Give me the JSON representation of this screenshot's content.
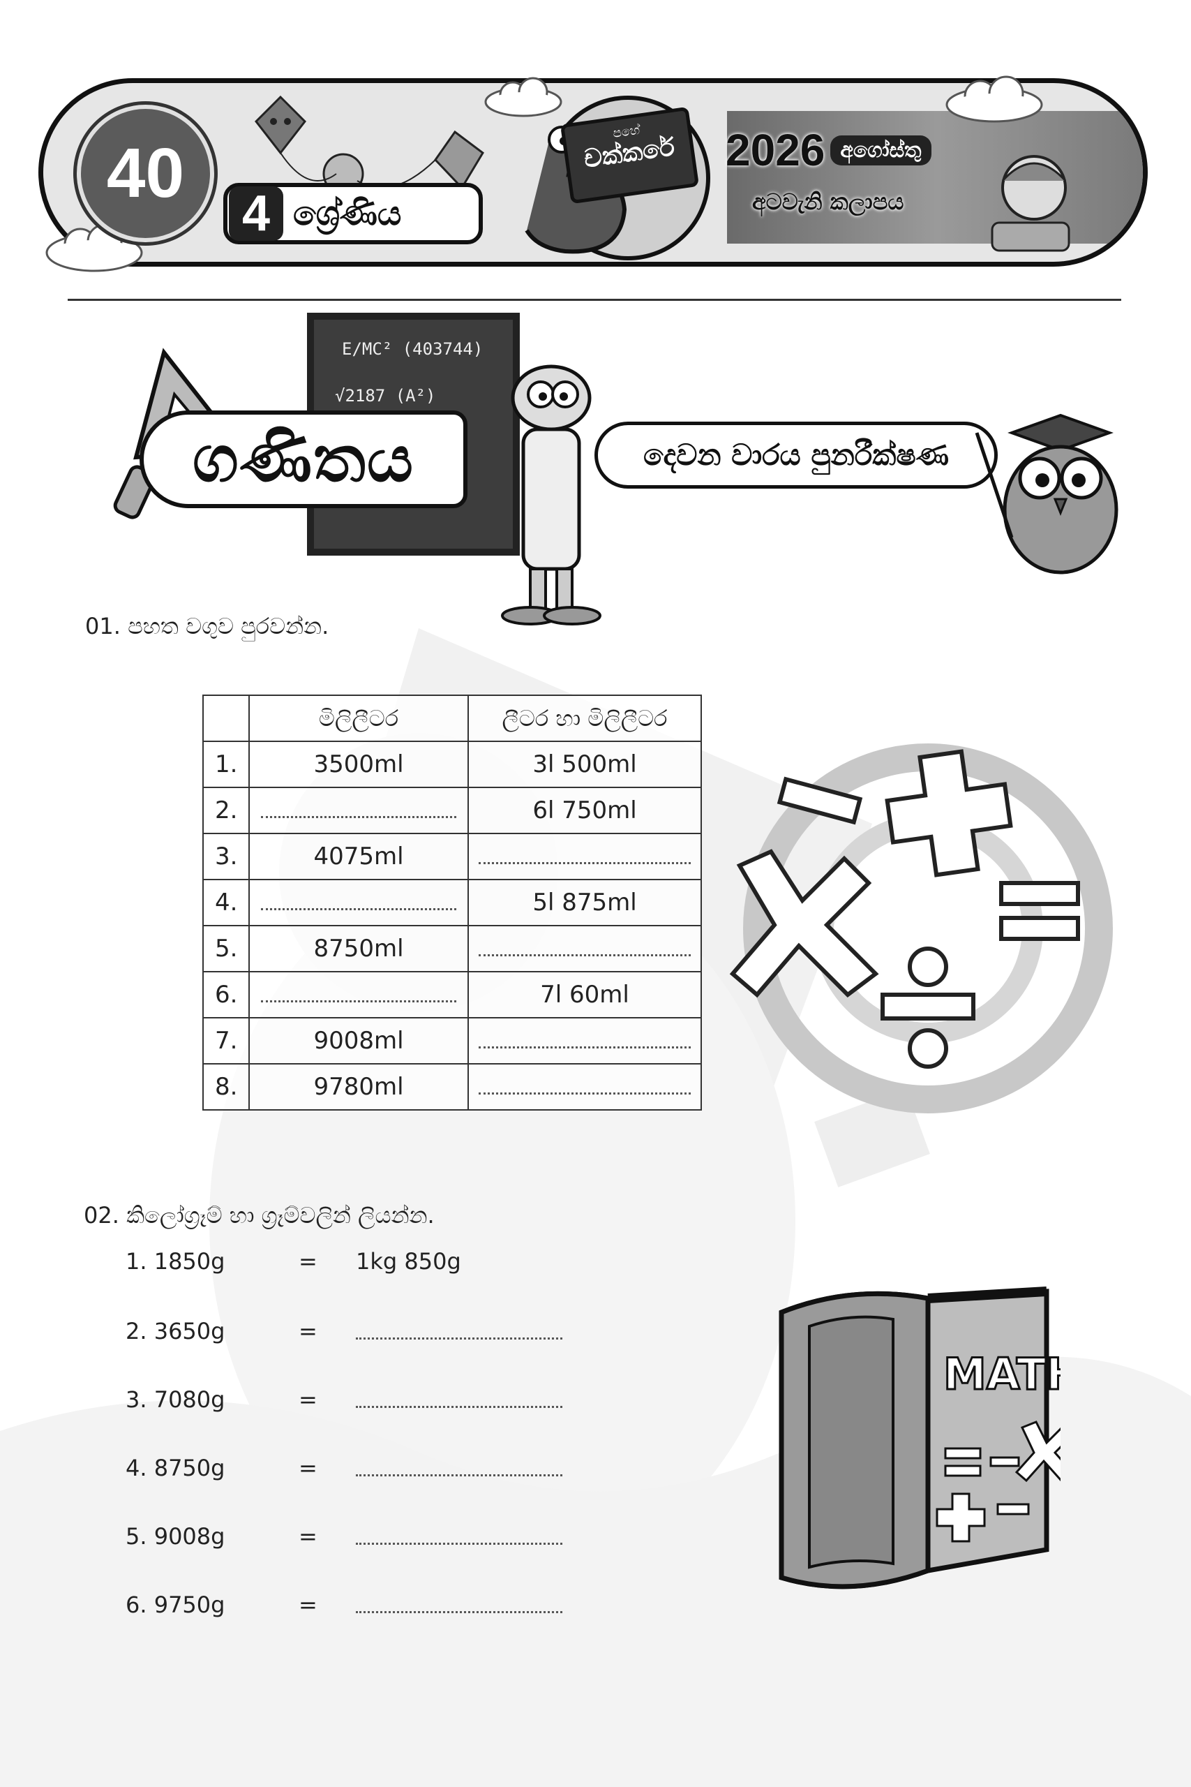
{
  "header": {
    "issue_number": "40",
    "grade_number": "4",
    "grade_label": "ශ්‍රේණිය",
    "logo_small": "පහේ",
    "logo_big": "චක්කරේ",
    "year": "2026",
    "month": "අගෝස්තු",
    "term": "අටවැනි කලාපය"
  },
  "subject": {
    "title": "ගණිතය",
    "section": "දෙවන වාරය පුනරීක්ෂණ",
    "chalk_lines": [
      "E/MC² (403744)",
      "√2187   (A²)"
    ]
  },
  "question1": {
    "title": "01.  පහත වගුව පුරවන්න.",
    "headers": [
      "",
      "මිලිලීටර",
      "ලීටර හා මිලිලීටර"
    ],
    "rows": [
      {
        "num": "1.",
        "ml": "3500ml",
        "lml": "3l    500ml"
      },
      {
        "num": "2.",
        "ml": "",
        "lml": "6l    750ml"
      },
      {
        "num": "3.",
        "ml": "4075ml",
        "lml": ""
      },
      {
        "num": "4.",
        "ml": "",
        "lml": "5l    875ml"
      },
      {
        "num": "5.",
        "ml": "8750ml",
        "lml": ""
      },
      {
        "num": "6.",
        "ml": "",
        "lml": "7l     60ml"
      },
      {
        "num": "7.",
        "ml": "9008ml",
        "lml": ""
      },
      {
        "num": "8.",
        "ml": "9780ml",
        "lml": ""
      }
    ]
  },
  "question2": {
    "title": "02.  කිලෝග්‍රෑම් හා ග්‍රෑම්වලින් ලියන්න.",
    "items": [
      {
        "label": "1. 1850g",
        "eq": "=",
        "answer": "1kg  850g"
      },
      {
        "label": "2. 3650g",
        "eq": "=",
        "answer": ""
      },
      {
        "label": "3. 7080g",
        "eq": "=",
        "answer": ""
      },
      {
        "label": "4. 8750g",
        "eq": "=",
        "answer": ""
      },
      {
        "label": "5. 9008g",
        "eq": "=",
        "answer": ""
      },
      {
        "label": "6. 9750g",
        "eq": "=",
        "answer": ""
      }
    ]
  },
  "decor": {
    "book_text": "MATH"
  }
}
